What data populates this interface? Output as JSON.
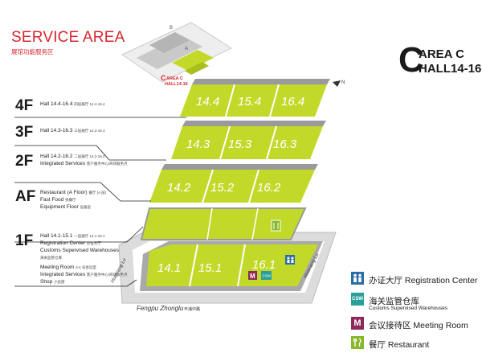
{
  "header": {
    "title": "SERVICE AREA",
    "subtitle": "展馆功能服务区"
  },
  "area_badge": {
    "big_letter": "C",
    "line1": "AREA C",
    "line2": "HALL14-16"
  },
  "minimap": {
    "highlight_label_line1": "AREA C",
    "highlight_label_line2": "HALL14-16",
    "letter_a": "A",
    "letter_b": "B",
    "letter_c": "C"
  },
  "compass": "N",
  "floors": [
    {
      "id": "4F",
      "label": "4F",
      "lines": [
        {
          "en": "Hall 14.4-16.4",
          "cn": "四层展厅 14.4-16.4"
        }
      ]
    },
    {
      "id": "3F",
      "label": "3F",
      "lines": [
        {
          "en": "Hall 14.3-16.3",
          "cn": "三层展厅 14.3-16.3"
        }
      ]
    },
    {
      "id": "2F",
      "label": "2F",
      "lines": [
        {
          "en": "Hall 14.2-16.2",
          "cn": "二层展厅 14.2-16.2"
        },
        {
          "en": "Integrated Services",
          "cn": "客户服务中心/商场服务点"
        }
      ]
    },
    {
      "id": "AF",
      "label": "AF",
      "lines": [
        {
          "en": "Restaurant (A Floor)",
          "cn": "餐厅 (A 层)"
        },
        {
          "en": "Fast Food",
          "cn": "快餐厅"
        },
        {
          "en": "Equipment Floor",
          "cn": "设备层"
        }
      ]
    },
    {
      "id": "1F",
      "label": "1F",
      "lines": [
        {
          "en": "Hall 14.1-15.1",
          "cn": "一层展厅 14.1-15.1"
        },
        {
          "en": "Registration Center",
          "cn": "办证大厅"
        },
        {
          "en": "Customs Supervised Warehouses",
          "cn": "海关监管仓库"
        },
        {
          "en": "",
          "cn": ""
        },
        {
          "en": "Meeting Room",
          "cn": "3-4 号会议室"
        },
        {
          "en": "Integrated Services",
          "cn": "客户服务中心/商场服务点"
        },
        {
          "en": "Shop",
          "cn": "小卖部"
        }
      ]
    }
  ],
  "halls": {
    "f4": [
      "14.4",
      "15.4",
      "16.4"
    ],
    "f3": [
      "14.3",
      "15.3",
      "16.3"
    ],
    "f2": [
      "14.2",
      "15.2",
      "16.2"
    ],
    "f1": [
      "14.1",
      "15.1",
      "16.1"
    ]
  },
  "roads": {
    "bottom": "Fengpu Zhonglu",
    "bottom_cn": "丰浦中路",
    "left": "Huaxiang Lu",
    "right": "Huaxiang Lu"
  },
  "map_icons": {
    "meeting": "M",
    "csw": "CSW"
  },
  "legend": [
    {
      "icon": "registration-icon",
      "label": "办证大厅 Registration Center",
      "sub": "",
      "color": "#2a6ea8"
    },
    {
      "icon": "csw-icon",
      "icon_text": "CSW",
      "label": "海关监管仓库",
      "sub": "Customs Supervised Warehouses",
      "color": "#2aa09a"
    },
    {
      "icon": "meeting-icon",
      "icon_text": "M",
      "label": "会议接待区 Meeting Room",
      "sub": "",
      "color": "#8e2a5a"
    },
    {
      "icon": "restaurant-icon",
      "label": "餐厅 Restaurant",
      "sub": "",
      "color": "#88b82d"
    }
  ],
  "colors": {
    "accent_red": "#d7262e",
    "hall_green": "#c3d92a",
    "slab_gray": "#9a9a9a",
    "ground_gray": "#d8d8d8"
  }
}
